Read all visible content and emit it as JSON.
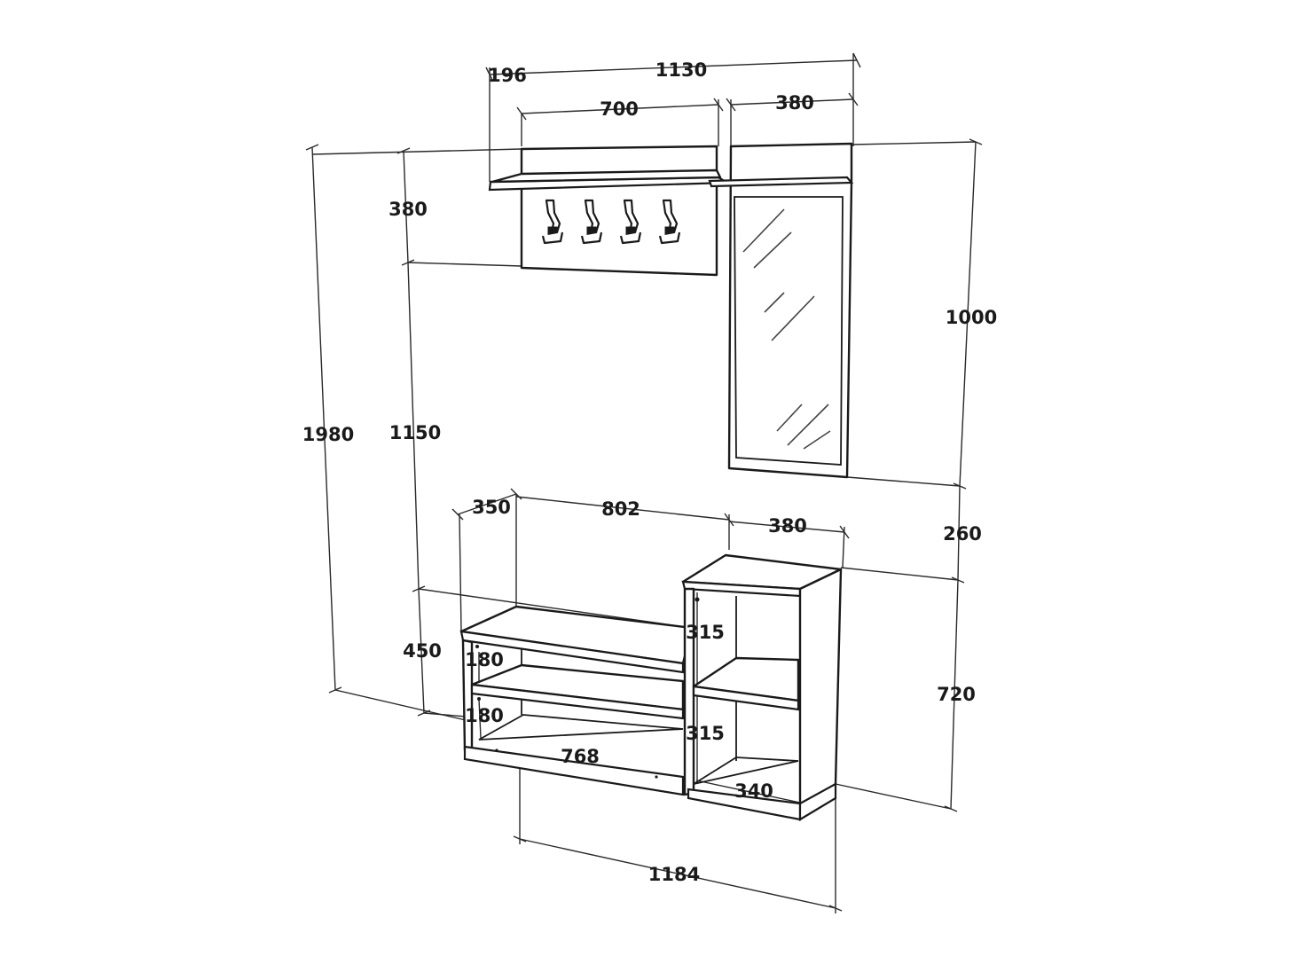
{
  "dimensions": {
    "total_width_top": "1130",
    "shelf_depth": "196",
    "hanger_width": "700",
    "mirror_width": "380",
    "total_height": "1980",
    "hanger_height": "380",
    "mirror_height": "1000",
    "hanger_bottom_to_bench": "1150",
    "mirror_gap": "260",
    "bench_depth": "350",
    "bench_width": "802",
    "cabinet_width": "380",
    "bench_height": "450",
    "bench_shelf_upper": "180",
    "bench_shelf_lower": "180",
    "cabinet_shelf_upper": "315",
    "cabinet_shelf_lower": "315",
    "cabinet_height": "720",
    "bench_inner_width": "768",
    "cabinet_inner_width": "340",
    "total_width_bottom": "1184"
  },
  "colors": {
    "line": "#1a1a1a",
    "background": "#ffffff"
  },
  "icons": [
    "coat-hook-icon",
    "mirror-glass-icon"
  ]
}
